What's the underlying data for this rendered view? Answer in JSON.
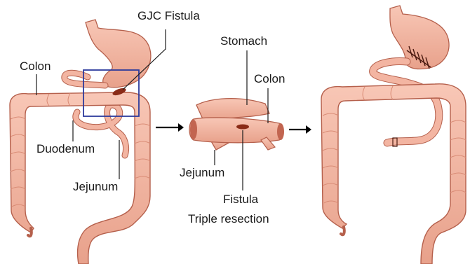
{
  "labels": {
    "gjc_fistula": "GJC Fistula",
    "colon_left": "Colon",
    "duodenum": "Duodenum",
    "jejunum_left": "Jejunum",
    "stomach": "Stomach",
    "colon_middle": "Colon",
    "jejunum_middle": "Jejunum",
    "fistula": "Fistula",
    "triple_resection": "Triple resection"
  },
  "colors": {
    "tissue_fill": "#f4b3a0",
    "tissue_stroke": "#b5604c",
    "tissue_shade": "#e09882",
    "fistula_mark": "#8a2b17",
    "highlight_box": "#2c3a9c",
    "arrow": "#000000"
  },
  "panels": [
    {
      "name": "before",
      "description_shown": false
    },
    {
      "name": "resection",
      "description_shown": false
    },
    {
      "name": "after",
      "description_shown": false
    }
  ]
}
